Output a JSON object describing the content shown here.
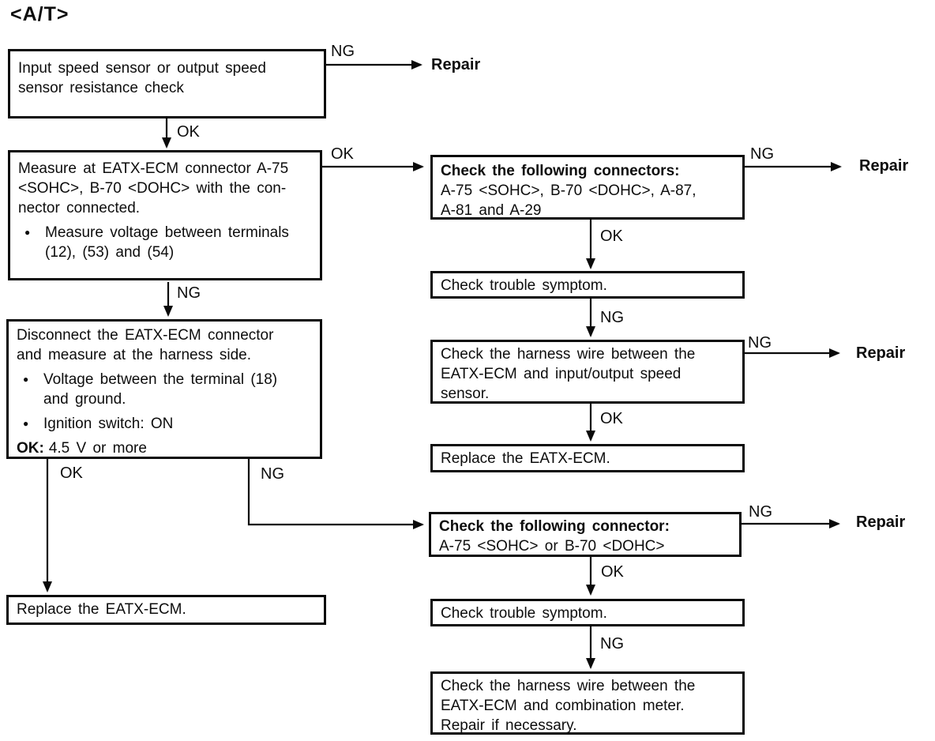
{
  "page": {
    "title": "<A/T>"
  },
  "colors": {
    "ink": "#0d0d0d",
    "paper": "#ffffff"
  },
  "glyphs": {
    "bullet": "●"
  },
  "labels": {
    "ok": "OK",
    "ng": "NG",
    "repair": "Repair"
  },
  "boxes": {
    "input_speed_check": {
      "text": "Input speed sensor or output speed\nsensor resistance check"
    },
    "measure_connected": {
      "text": "Measure at EATX-ECM connector A-75\n<SOHC>, B-70 <DOHC> with the con-\nnector connected.",
      "bullet_1": "Measure voltage between terminals\n(12), (53) and (54)"
    },
    "disconnect_measure": {
      "text": "Disconnect the EATX-ECM connector\nand measure at the harness side.",
      "bullet_1": "Voltage between the terminal (18)\nand ground.",
      "bullet_2": "Ignition switch: ON",
      "ok_label": "OK:",
      "ok_value": "4.5 V or more"
    },
    "replace_ecm_left": {
      "text": "Replace the EATX-ECM."
    },
    "check_connectors": {
      "heading": "Check the following connectors:",
      "text": "A-75 <SOHC>, B-70 <DOHC>, A-87,\nA-81 and A-29"
    },
    "check_trouble_1": {
      "text": "Check trouble symptom."
    },
    "harness_speed_sensor": {
      "text": "Check the harness wire between the\nEATX-ECM and input/output speed\nsensor."
    },
    "replace_ecm_right": {
      "text": "Replace the EATX-ECM."
    },
    "check_connector": {
      "heading": "Check the following connector:",
      "text": "A-75 <SOHC> or B-70 <DOHC>"
    },
    "check_trouble_2": {
      "text": "Check trouble symptom."
    },
    "harness_combination_meter": {
      "text": "Check the harness wire between the\nEATX-ECM and combination meter.\nRepair if necessary."
    }
  }
}
